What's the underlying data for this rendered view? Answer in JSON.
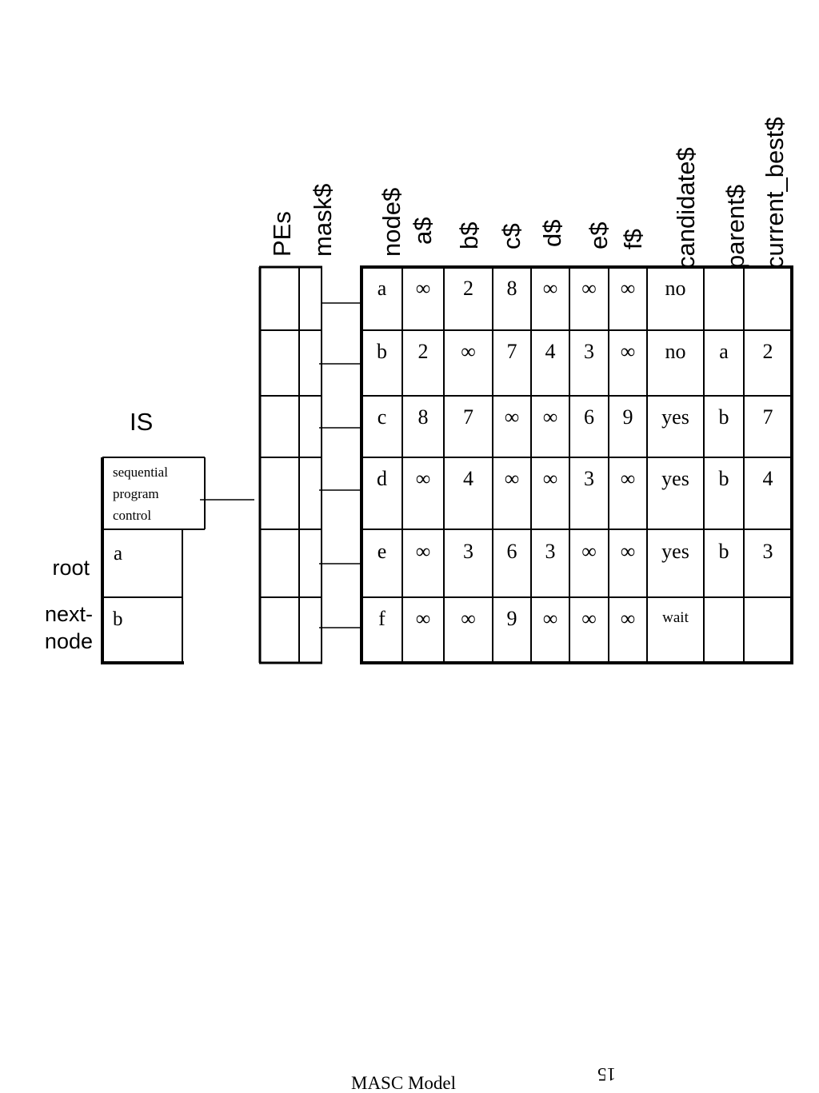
{
  "column_headers": {
    "pes": "PEs",
    "mask": "mask$",
    "fields": [
      "node$",
      "a$",
      "b$",
      "c$",
      "d$",
      "e$",
      "f$",
      "candidate$",
      "parent$",
      "current_best$"
    ]
  },
  "table_rows": [
    [
      "a",
      "∞",
      "2",
      "8",
      "∞",
      "∞",
      "∞",
      "no",
      "",
      ""
    ],
    [
      "b",
      "2",
      "∞",
      "7",
      "4",
      "3",
      "∞",
      "no",
      "a",
      "2"
    ],
    [
      "c",
      "8",
      "7",
      "∞",
      "∞",
      "6",
      "9",
      "yes",
      "b",
      "7"
    ],
    [
      "d",
      "∞",
      "4",
      "∞",
      "∞",
      "3",
      "∞",
      "yes",
      "b",
      "4"
    ],
    [
      "e",
      "∞",
      "3",
      "6",
      "3",
      "∞",
      "∞",
      "yes",
      "b",
      "3"
    ],
    [
      "f",
      "∞",
      "∞",
      "9",
      "∞",
      "∞",
      "∞",
      "wait",
      "",
      ""
    ]
  ],
  "is_box": {
    "title": "IS",
    "control_lines": [
      "sequential",
      "program",
      "control"
    ],
    "root_label": "root",
    "next_node_label_line1": "next-",
    "next_node_label_line2": "node",
    "root_value": "a",
    "next_node_value": "b"
  },
  "footer": {
    "title": "MASC Model",
    "page_number": "15"
  }
}
